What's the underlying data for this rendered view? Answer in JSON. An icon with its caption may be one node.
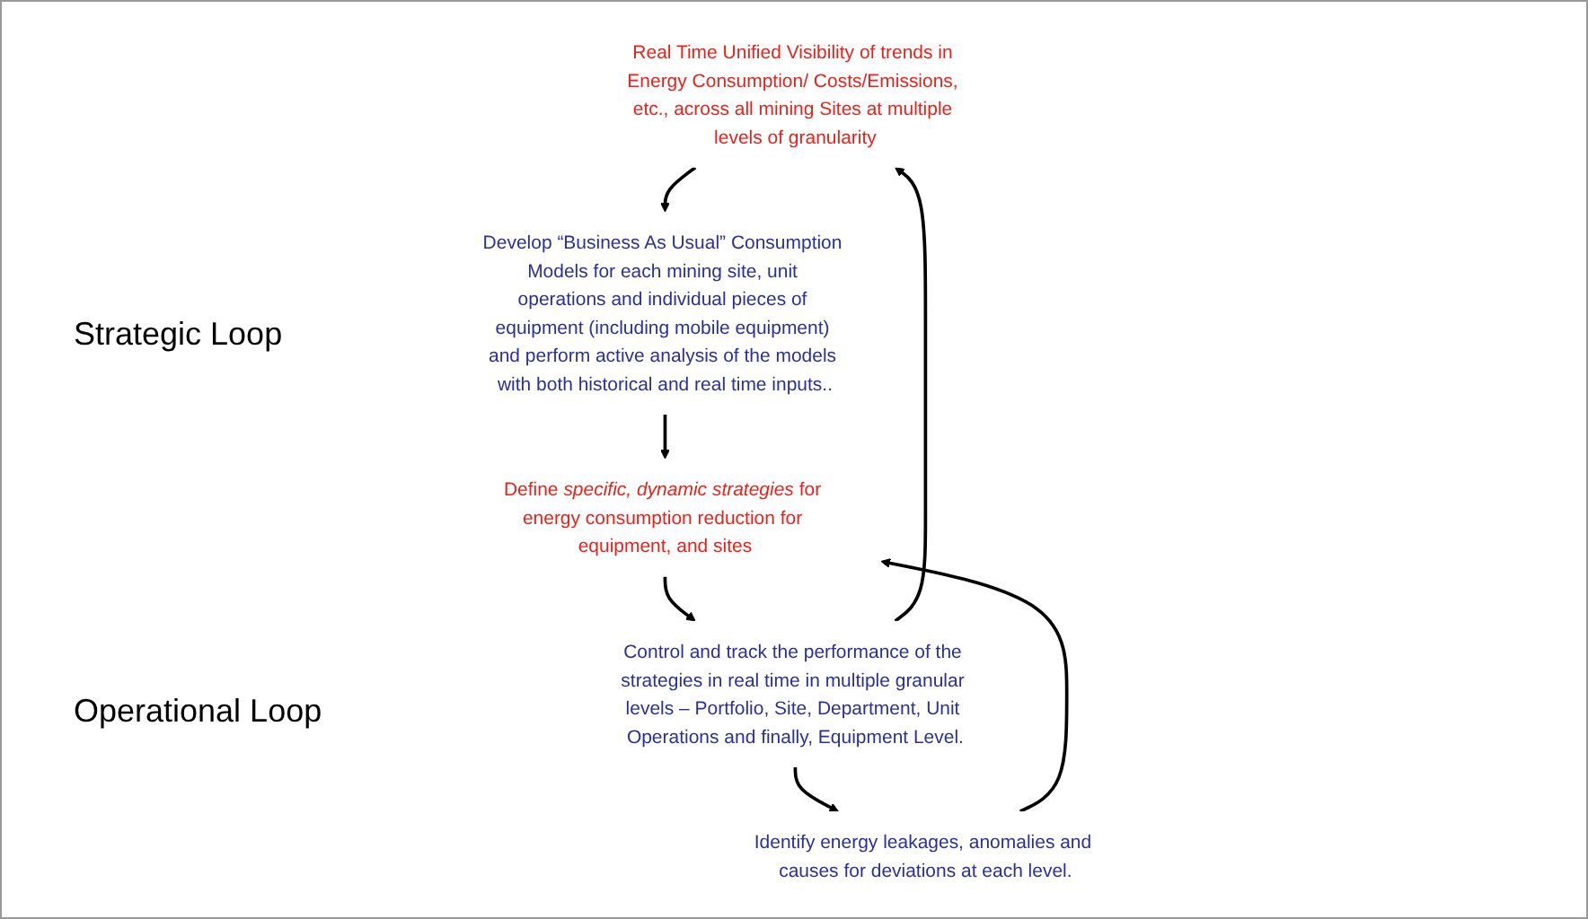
{
  "diagram": {
    "nodes": [
      {
        "text": [
          "Real Time Unified Visibility of trends in Energy Consumption/ Costs/Emissions, etc., across all mining Sites at multiple levels of granularity"
        ]
      },
      {
        "text": [
          "Develop “Business As Usual” Consumption Models for each mining site, unit operations and individual pieces of equipment (including mobile equipment) and perform active analysis of the models with both historical and real time inputs.."
        ]
      },
      {
        "text": [
          "Define *specific, dynamic strategies* for energy consumption reduction for equipment, and sites"
        ]
      },
      {
        "text": [
          "Control and track the performance of the strategies in real time in multiple granular levels – Portfolio, Site, Department, Unit Operations and finally, Equipment Level."
        ]
      },
      {
        "text": [
          "Identify energy leakages, anomalies and causes for deviations at each level."
        ]
      }
    ],
    "edges": [
      {
        "from": 0,
        "to": 1,
        "arrow": "to"
      },
      {
        "from": 1,
        "to": 2,
        "arrow": "to"
      },
      {
        "from": 2,
        "to": 3,
        "arrow": "to"
      },
      {
        "from": 3,
        "to": 0,
        "arrow": "to"
      },
      {
        "from": 4,
        "to": 2,
        "arrow": "to"
      },
      {
        "from": 3,
        "to": 4,
        "arrow": "to"
      }
    ],
    "labels": [
      "Strategic Loop",
      "Operational Loop"
    ]
  }
}
